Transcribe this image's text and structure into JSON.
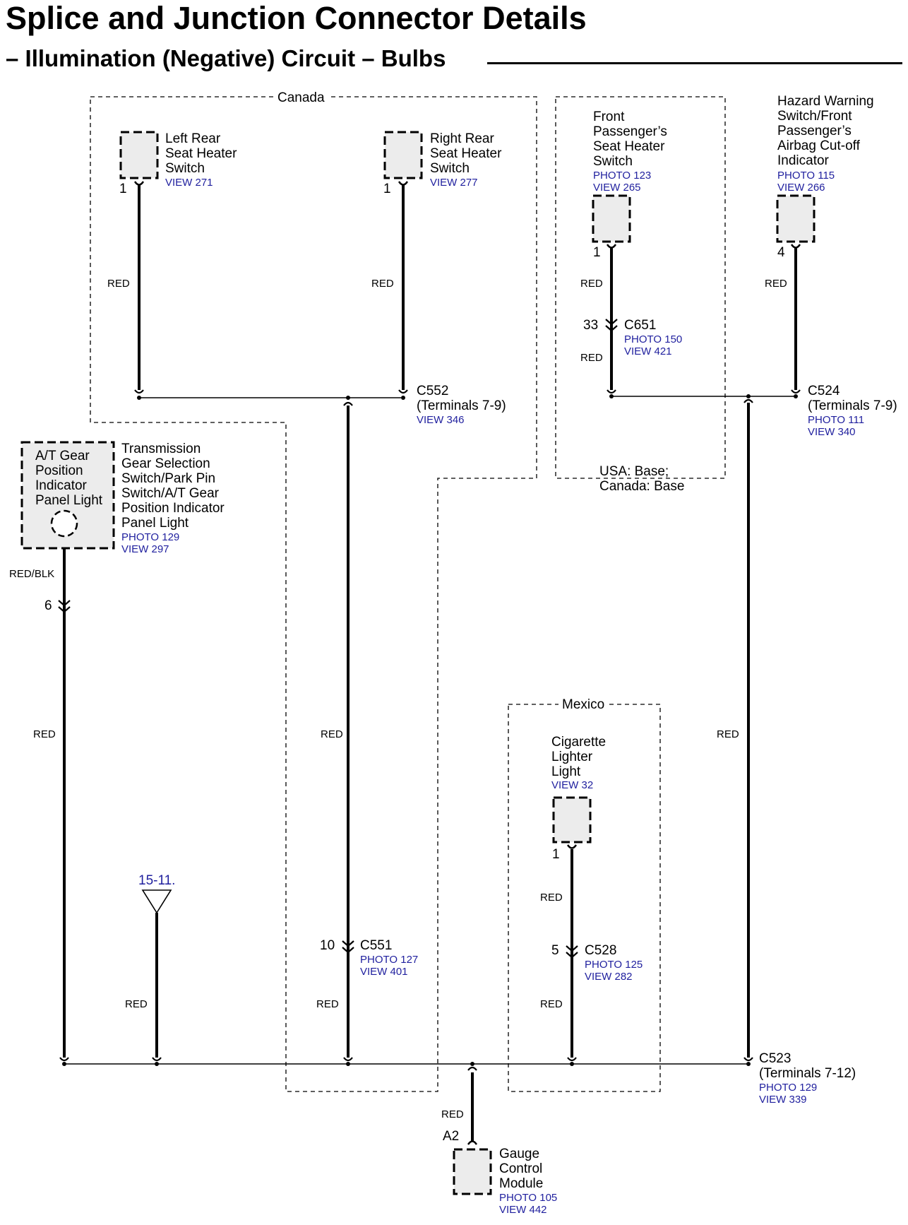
{
  "title": "Splice and Junction Connector Details",
  "subtitle": "– Illumination (Negative) Circuit – Bulbs",
  "regions": {
    "canada": "Canada",
    "usa_canada_base_1": "USA: Base;",
    "usa_canada_base_2": "Canada: Base",
    "mexico": "Mexico"
  },
  "components": {
    "left_rear": {
      "name": [
        "Left Rear",
        "Seat Heater",
        "Switch"
      ],
      "view": "VIEW 271",
      "pin": "1"
    },
    "right_rear": {
      "name": [
        "Right Rear",
        "Seat Heater",
        "Switch"
      ],
      "view": "VIEW 277",
      "pin": "1"
    },
    "front_passenger": {
      "name": [
        "Front",
        "Passenger’s",
        "Seat Heater",
        "Switch"
      ],
      "photo": "PHOTO 123",
      "view": "VIEW 265",
      "pin": "1"
    },
    "hazard": {
      "name": [
        "Hazard Warning",
        "Switch/Front",
        "Passenger’s",
        "Airbag Cut-off",
        "Indicator"
      ],
      "photo": "PHOTO 115",
      "view": "VIEW 266",
      "pin": "4"
    },
    "at_gear": {
      "inner": [
        "A/T Gear",
        "Position",
        "Indicator",
        "Panel Light"
      ],
      "name": [
        "Transmission",
        "Gear Selection",
        "Switch/Park Pin",
        "Switch/A/T Gear",
        "Position Indicator",
        "Panel Light"
      ],
      "photo": "PHOTO 129",
      "view": "VIEW 297",
      "pin": "6"
    },
    "cigarette": {
      "name": [
        "Cigarette",
        "Lighter",
        "Light"
      ],
      "view": "VIEW 32",
      "pin": "1"
    },
    "gauge": {
      "name": [
        "Gauge",
        "Control",
        "Module"
      ],
      "photo": "PHOTO 105",
      "view": "VIEW 442",
      "pin": "A2"
    }
  },
  "connectors": {
    "c552": {
      "name": "C552",
      "terminals": "(Terminals 7-9)",
      "view": "VIEW 346"
    },
    "c524": {
      "name": "C524",
      "terminals": "(Terminals 7-9)",
      "photo": "PHOTO 111",
      "view": "VIEW 340"
    },
    "c651": {
      "name": "C651",
      "pin": "33",
      "photo": "PHOTO 150",
      "view": "VIEW 421"
    },
    "c551": {
      "name": "C551",
      "pin": "10",
      "photo": "PHOTO 127",
      "view": "VIEW 401"
    },
    "c528": {
      "name": "C528",
      "pin": "5",
      "photo": "PHOTO 125",
      "view": "VIEW 282"
    },
    "c523": {
      "name": "C523",
      "terminals": "(Terminals 7-12)",
      "photo": "PHOTO 129",
      "view": "VIEW 339"
    }
  },
  "wires": {
    "red": "RED",
    "red_blk": "RED/BLK"
  },
  "ground_ref": "15-11."
}
